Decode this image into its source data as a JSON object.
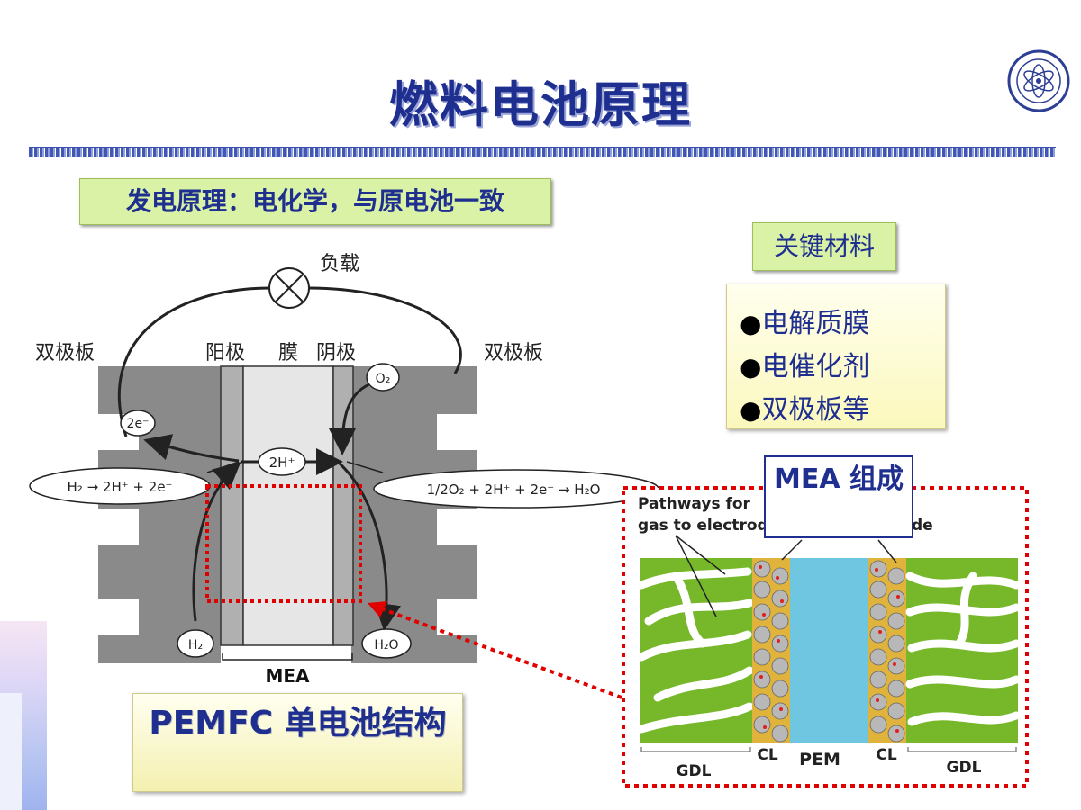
{
  "title": "燃料电池原理",
  "principle_label": "发电原理：电化学，与原电池一致",
  "key_materials": {
    "title": "关键材料",
    "items": [
      "电解质膜",
      "电催化剂",
      "双极板等"
    ]
  },
  "pemfc_caption": "PEMFC 单电池结构",
  "mea_callout": "MEA 组成",
  "fuel_cell_diagram": {
    "load": "负载",
    "bipolar_left": "双极板",
    "bipolar_right": "双极板",
    "anode": "阳极",
    "membrane": "膜",
    "cathode": "阴极",
    "electron": "2e⁻",
    "proton": "2H⁺",
    "anode_reaction": "H₂ → 2H⁺ + 2e⁻",
    "cathode_reaction": "1/2O₂ + 2H⁺ + 2e⁻ → H₂O",
    "o2": "O₂",
    "h2": "H₂",
    "h2o": "H₂O",
    "mea": "MEA"
  },
  "mea_detail": {
    "pathways_line1": "Pathways for",
    "pathways_line2": "gas to electrode",
    "gdl_left": "GDL",
    "cl_left": "CL",
    "pem": "PEM",
    "cl_right": "CL",
    "gdl_right": "GDL",
    "fragment_de": "de"
  },
  "colors": {
    "title": "#1f2f8f",
    "callout_green": "#d9f2a6",
    "callout_yellow": "#fbf8bd",
    "gdl_green": "#77b82a",
    "pem_blue": "#6ec6e0",
    "dotted_red": "#e00000"
  }
}
